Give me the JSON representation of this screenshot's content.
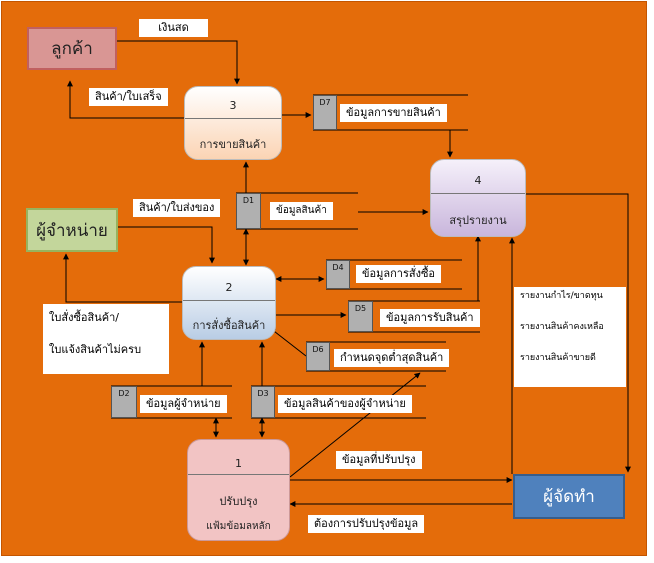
{
  "external_entities": {
    "customer": "ลูกค้า",
    "supplier": "ผู้จำหน่าย",
    "manager": "ผู้จัดทำ"
  },
  "processes": {
    "p1": {
      "number": "1",
      "name_line1": "ปรับปรุง",
      "name_line2": "แฟ้มข้อมลหลัก"
    },
    "p2": {
      "number": "2",
      "name": "การสั่งซื้อสินค้า"
    },
    "p3": {
      "number": "3",
      "name": "การขายสินค้า"
    },
    "p4": {
      "number": "4",
      "name": "สรุปรายงาน"
    }
  },
  "data_stores": {
    "d1": {
      "id": "D1",
      "label": "ข้อมูลสินค้า"
    },
    "d2": {
      "id": "D2",
      "label": "ข้อมูลผู้จำหน่าย"
    },
    "d3": {
      "id": "D3",
      "label": "ข้อมูลสินค้าของผู้จำหน่าย"
    },
    "d4": {
      "id": "D4",
      "label": "ข้อมูลการสั่งซื้อ"
    },
    "d5": {
      "id": "D5",
      "label": "ข้อมูลการรับสินค้า"
    },
    "d6": {
      "id": "D6",
      "label": "กำหนดจุดต่ำสุดสินค้า"
    },
    "d7": {
      "id": "D7",
      "label": "ข้อมูลการขายสินค้า"
    }
  },
  "flows": {
    "cash": "เงินสด",
    "goods_receipt": "สินค้า/ใบเสร็จ",
    "goods_delivery": "สินค้า/ใบส่งของ",
    "po_line1": "ใบสั่งซื้อสินค้า/",
    "po_line2": "ใบแจ้งสินค้าไม่ครบ",
    "updated_data": "ข้อมูลที่ปรับปรุง",
    "update_request": "ต้องการปรับปรุงข้อมูล"
  },
  "reports": [
    "รายงานกำไร/ขาดทุน",
    "รายงานสินค้าคงเหลือ",
    "รายงานสินค้าขายดี"
  ]
}
